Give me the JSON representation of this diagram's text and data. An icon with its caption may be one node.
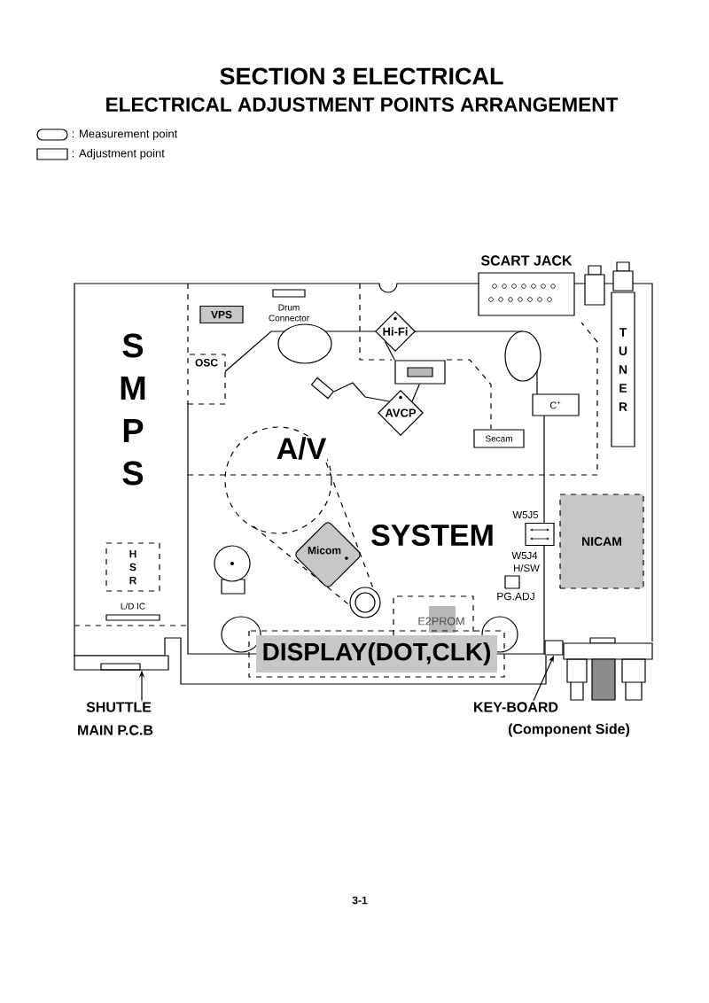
{
  "diagram": {
    "title": "SECTION 3 ELECTRICAL",
    "nodes": [
      {
        "text": [
          "SCART JACK"
        ]
      },
      {
        "text": [
          "T U N E R"
        ]
      },
      {
        "text": [
          "VPS"
        ]
      },
      {
        "text": [
          "Drum Connector"
        ]
      },
      {
        "text": [
          "Hi-Fi"
        ]
      },
      {
        "text": [
          "OSC"
        ]
      },
      {
        "text": [],
        "shape": "box"
      },
      {
        "text": [],
        "shape": "box"
      },
      {
        "text": [
          "AVCP"
        ]
      },
      {
        "text": [
          "C$^{+}$"
        ]
      },
      {
        "text": [
          "Secam"
        ]
      },
      {
        "text": [
          "W5J5",
          "W5J4"
        ]
      },
      {
        "text": [
          "NICAM"
        ]
      },
      {
        "text": [
          "Micom"
        ]
      },
      {
        "text": [
          "H S R"
        ]
      },
      {
        "text": [
          "H/SW",
          "PG.ADJ"
        ]
      },
      {
        "text": [
          "L/D IC"
        ]
      },
      {
        "text": [
          "E2PROM"
        ]
      },
      {
        "text": [
          "DISPLAY(DOT,CLK)"
        ]
      },
      {
        "text": [],
        "shape": "box"
      },
      {
        "text": [],
        "shape": "box"
      },
      {
        "text": [
          "SHUTTLE"
        ]
      },
      {
        "text": [
          "KEY-BOARD"
        ]
      }
    ],
    "edges": [
      {
        "from": 4,
        "to": 6,
        "arrow": "none"
      },
      {
        "from": 6,
        "to": 8,
        "arrow": "none"
      },
      {
        "from": 7,
        "to": 8,
        "arrow": "none"
      },
      {
        "from": 21,
        "to": 19,
        "arrow": "to"
      },
      {
        "from": 22,
        "to": 20,
        "arrow": "to"
      }
    ],
    "labels": [
      "ELECTRICAL ADJUSTMENT POINTS ARRANGEMENT",
      "S M P S",
      "A/V",
      "SYSTEM",
      "MAIN P.C.B",
      "(Component Side)",
      "3-1"
    ],
    "legend": [
      {
        "text": ": Measurement point"
      },
      {
        "text": ": Adjustment point"
      }
    ]
  }
}
